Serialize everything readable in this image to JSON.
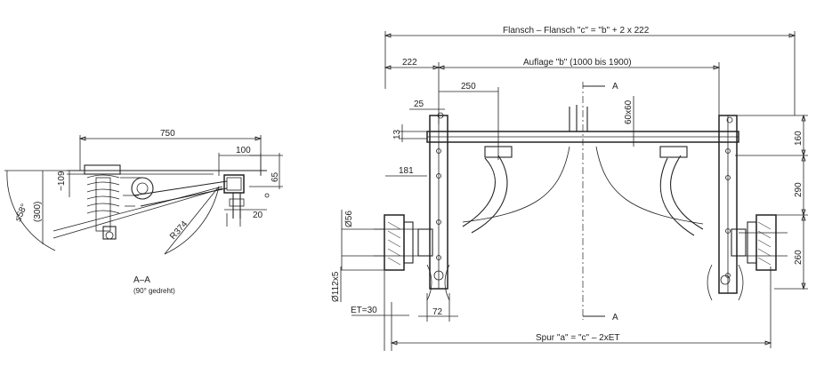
{
  "section_view": {
    "dim_750": "750",
    "dim_100": "100",
    "dim_109": "~109",
    "dim_300": "(300)",
    "dim_58": "≤58°",
    "dim_65": "65",
    "dim_20": "20",
    "dim_R374": "R374",
    "title": "A–A",
    "subtitle": "(90° gedreht)"
  },
  "main_view": {
    "flansch": "Flansch – Flansch \"c\" = \"b\" + 2 x 222",
    "auflage": "Auflage \"b\"  (1000 bis 1900)",
    "dim_222": "222",
    "dim_250": "250",
    "dim_25": "25",
    "dim_13": "13",
    "dim_181": "181",
    "dim_60x60": "60x60",
    "dim_160": "160",
    "dim_290": "290",
    "dim_260": "260",
    "dim_d56": "Ø56",
    "dim_d112": "Ø112x5",
    "dim_et": "ET=30",
    "dim_72": "72",
    "section_mark_top": "A",
    "section_mark_bottom": "A",
    "spur": "Spur \"a\" = \"c\" – 2xET"
  }
}
